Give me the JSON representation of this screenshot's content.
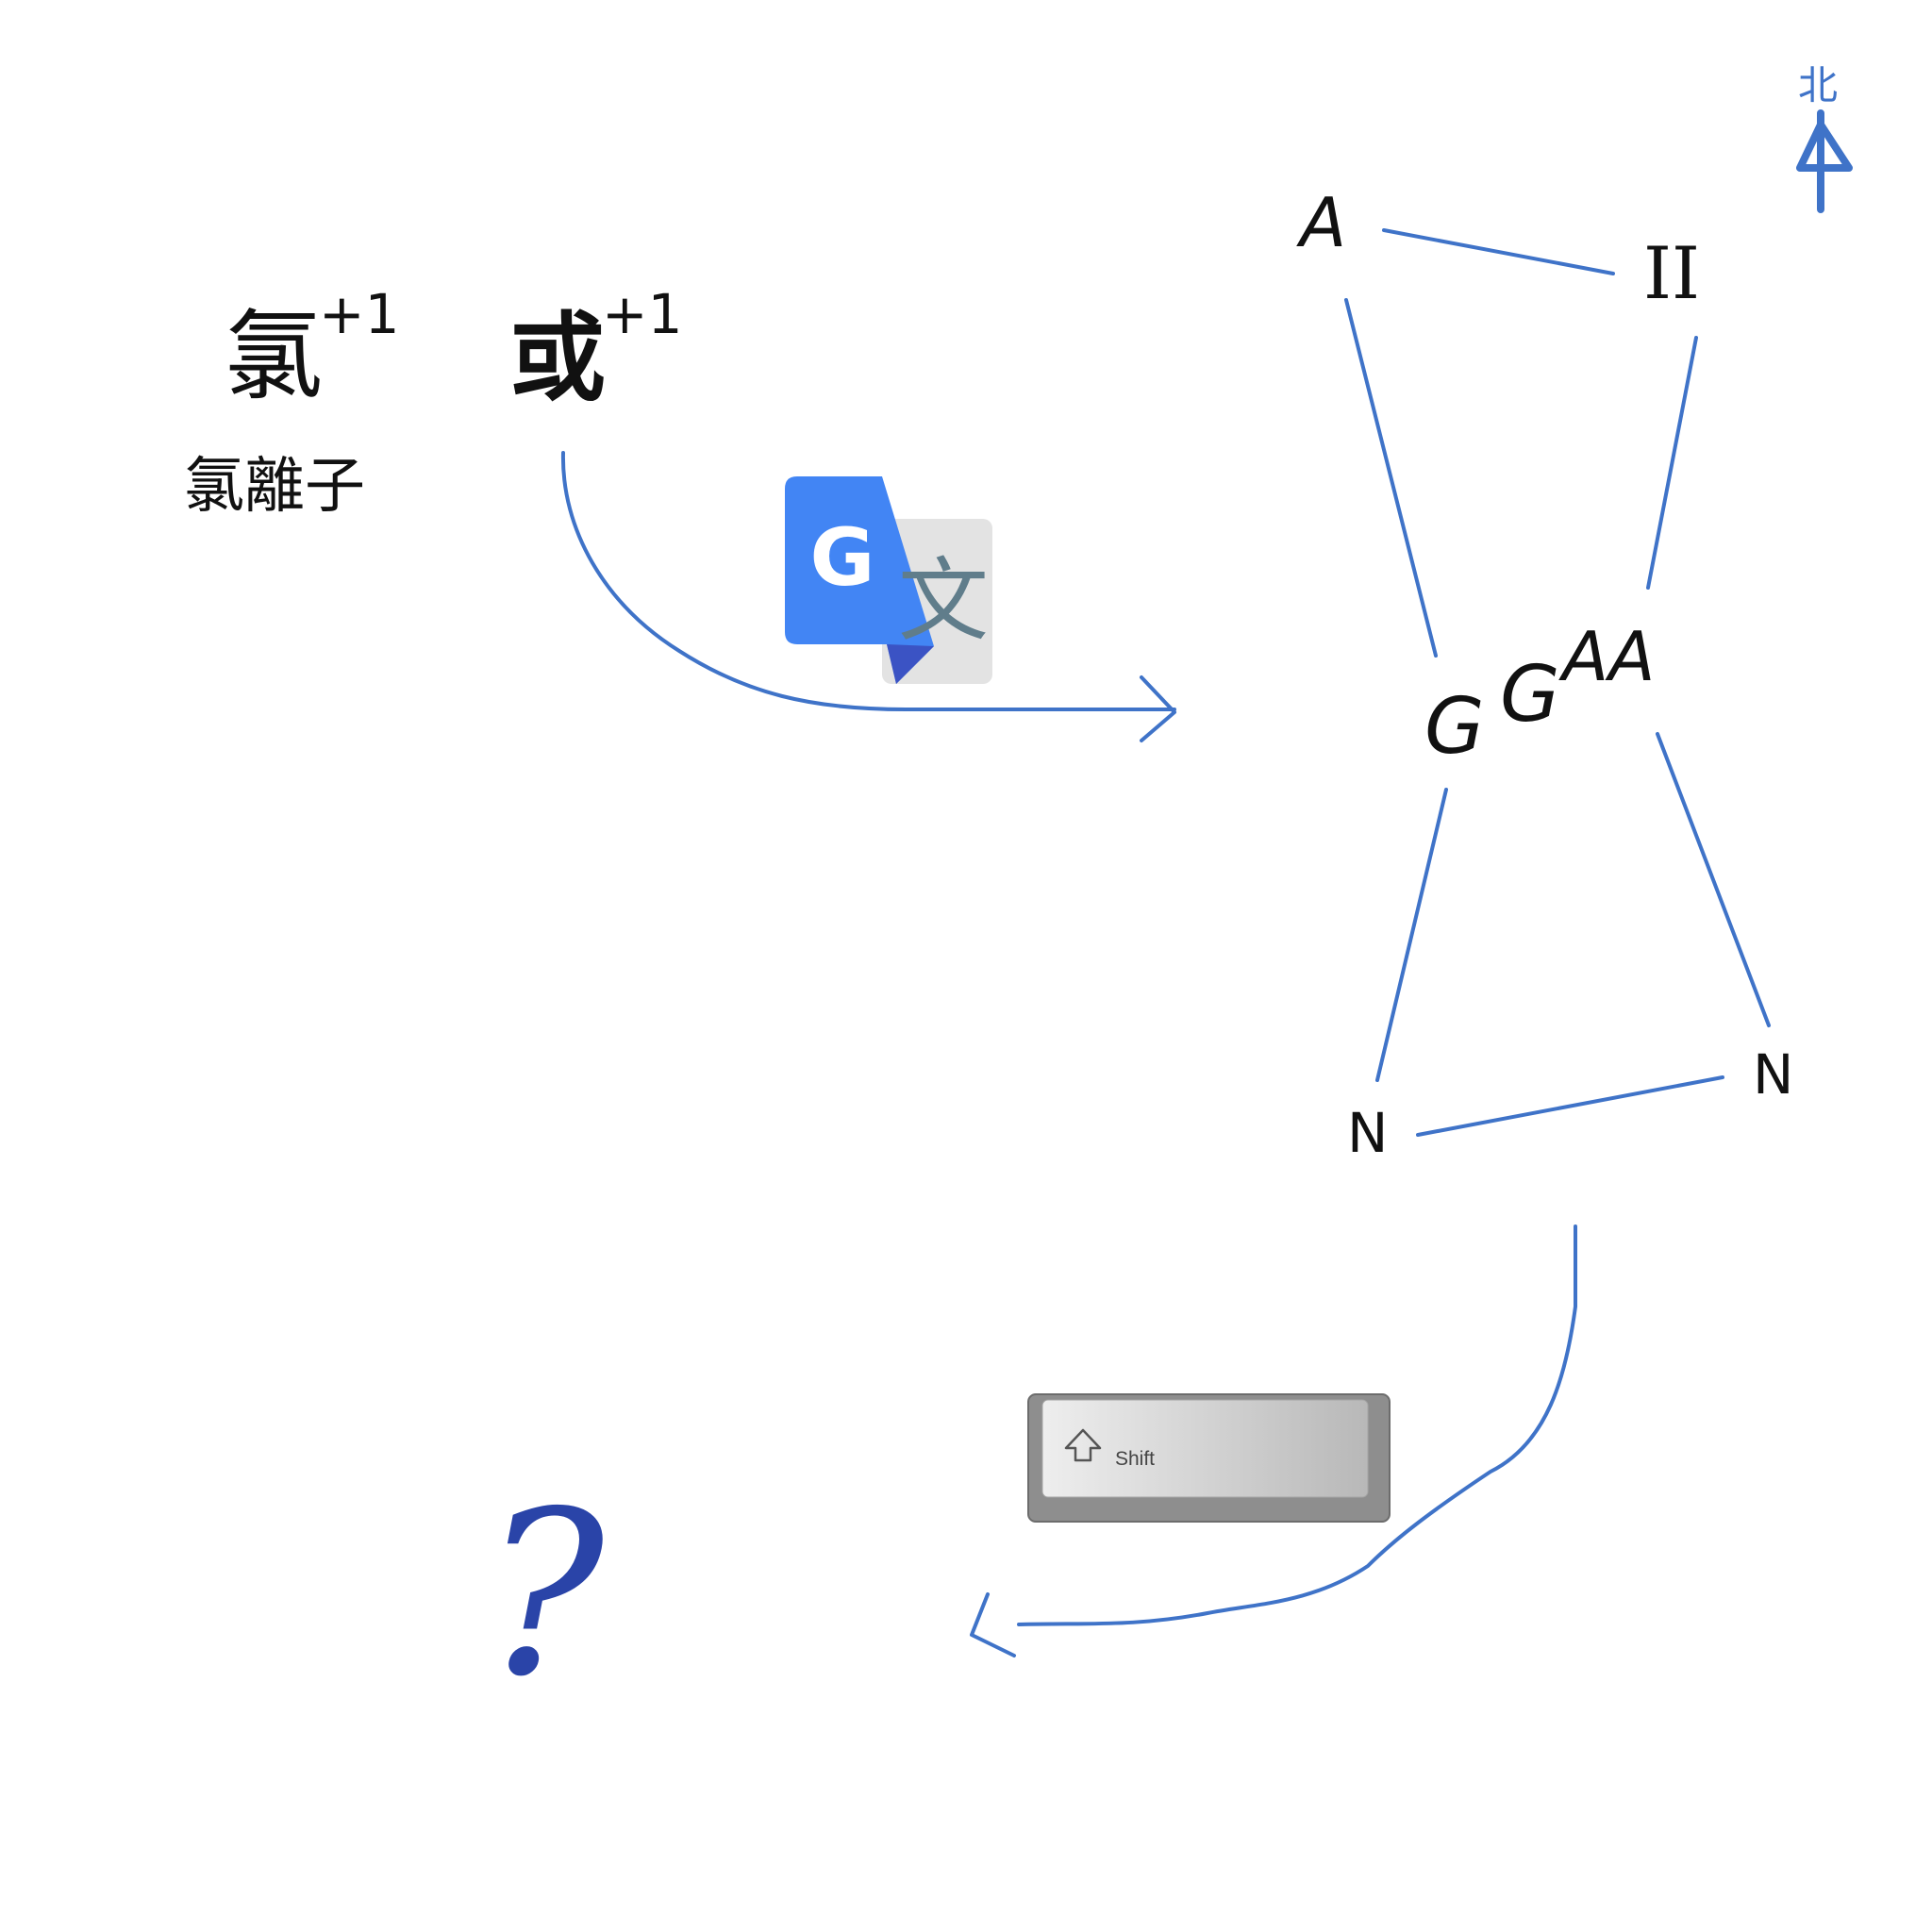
{
  "left_panel": {
    "ion_character": "氯",
    "ion_superscript": "+1",
    "ion_caption": "氯離子",
    "or_character": "或",
    "or_superscript": "+1"
  },
  "translate_logo": {
    "icon": "google-translate-icon",
    "letter": "G",
    "glyph": "文",
    "colors": {
      "blue": "#4285f4",
      "dark_blue": "#3b53c4",
      "gray": "#e3e3e3",
      "glyph_gray": "#607d8b"
    }
  },
  "diagram": {
    "labels": {
      "top_left": "A",
      "top_right": "II",
      "center_g1": "G",
      "center_g2": "G",
      "center_aa": "AA",
      "bottom_left": "N",
      "bottom_right": "N"
    },
    "north_mark": "北",
    "line_color": "#3f73c8"
  },
  "shift_key": {
    "label": "Shift",
    "icon": "shift-arrow-icon"
  },
  "question_mark": "?",
  "colors": {
    "ink": "#3f73c8",
    "question": "#2a44a8",
    "text": "#111111"
  }
}
